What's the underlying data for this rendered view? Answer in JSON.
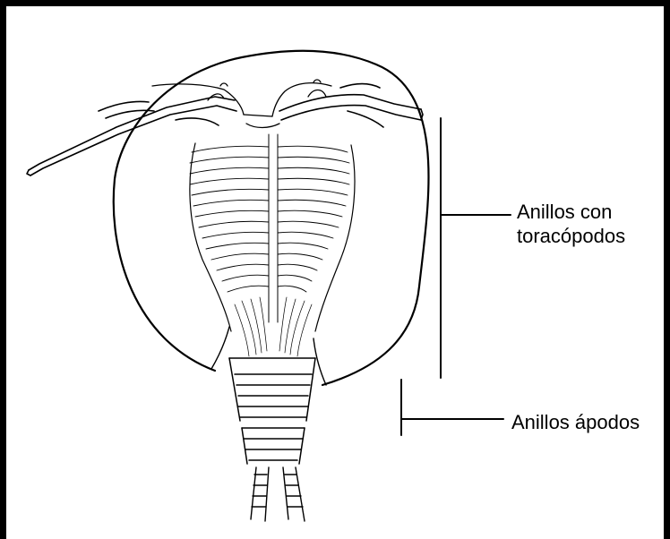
{
  "labels": {
    "anillos_con_toracopodos": {
      "line1": "Anillos con",
      "line2": "toracópodos"
    },
    "anillos_apodos": "Anillos ápodos"
  },
  "colors": {
    "frame": "#000000",
    "ink": "#000000",
    "background": "#ffffff"
  }
}
